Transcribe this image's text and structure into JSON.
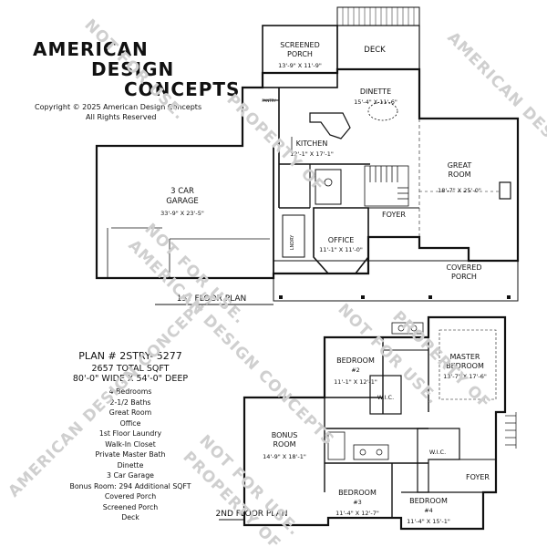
{
  "brand": {
    "line1": "AMERICAN",
    "line2": "DESIGN",
    "line3": "CONCEPTS",
    "copyright": "Copyright © 2025 American Design Concepts",
    "rights": "All Rights Reserved"
  },
  "first_floor": {
    "title": "1ST FLOOR PLAN",
    "rooms": {
      "screened_porch": {
        "name": "SCREENED",
        "name2": "PORCH",
        "dims": "13'-9\" X 11'-9\""
      },
      "deck": {
        "name": "DECK"
      },
      "dinette": {
        "name": "DINETTE",
        "dims": "15'-4\" X 11'-6\""
      },
      "pantry": {
        "name": "PANTRY"
      },
      "kitchen": {
        "name": "KITCHEN",
        "dims": "12'-1\" X 17'-1\""
      },
      "great_room": {
        "name": "GREAT",
        "name2": "ROOM",
        "dims": "18'-7\" X 25'-0\""
      },
      "garage": {
        "name": "3 CAR",
        "name2": "GARAGE",
        "dims": "33'-9\" X 23'-5\""
      },
      "foyer": {
        "name": "FOYER"
      },
      "office": {
        "name": "OFFICE",
        "dims": "11'-1\" X 11'-0\""
      },
      "covered_porch": {
        "name": "COVERED",
        "name2": "PORCH"
      },
      "laundry": {
        "name": "LNDRY"
      }
    }
  },
  "second_floor": {
    "title": "2ND FLOOR PLAN",
    "rooms": {
      "bedroom2": {
        "name": "BEDROOM",
        "num": "#2",
        "dims": "11'-1\" X 12'-1\""
      },
      "master": {
        "name": "MASTER",
        "name2": "BEDROOM",
        "dims": "13'-7\" X 17'-6\""
      },
      "wic_a": {
        "name": "W.I.C."
      },
      "bonus": {
        "name": "BONUS",
        "name2": "ROOM",
        "dims": "14'-9\" X 18'-1\""
      },
      "wic_b": {
        "name": "W.I.C."
      },
      "foyer": {
        "name": "FOYER"
      },
      "bedroom3": {
        "name": "BEDROOM",
        "num": "#3",
        "dims": "11'-4\" X 12'-7\""
      },
      "bedroom4": {
        "name": "BEDROOM",
        "num": "#4",
        "dims": "11'-4\" X 15'-1\""
      }
    }
  },
  "plan_info": {
    "name": "PLAN # 2STRY- 5277",
    "sqft": "2657 TOTAL SQFT",
    "size": "80'-0\" WIDE X 54'-0\" DEEP",
    "features": [
      "4 Bedrooms",
      "2-1/2 Baths",
      "Great Room",
      "Office",
      "1st Floor Laundry",
      "Walk-In Closet",
      "Private Master Bath",
      "Dinette",
      "3 Car Garage",
      "Bonus Room: 294 Additional SQFT",
      "Covered Porch",
      "Screened Porch",
      "Deck"
    ]
  },
  "watermarks": {
    "not_for_use": "NOT FOR USE.",
    "property_of": "PROPERTY OF",
    "company": "AMERICAN DESIGN CONCEPTS"
  }
}
